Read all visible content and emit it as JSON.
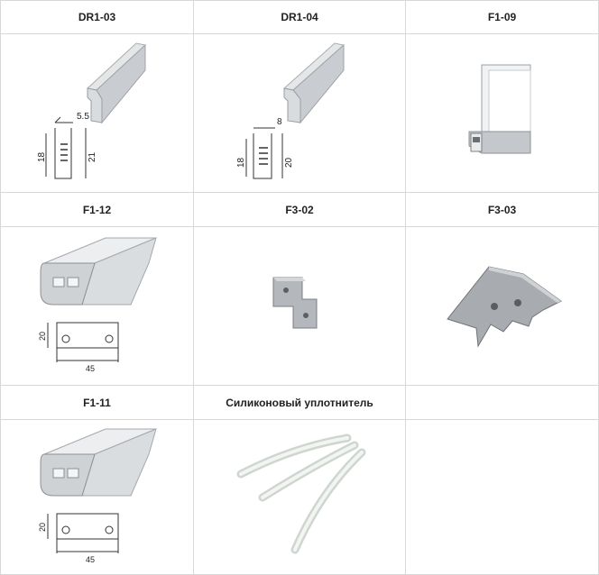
{
  "products": [
    {
      "code": "DR1-03",
      "dims": {
        "width": "5.5",
        "h_outer": "18",
        "h_inner": "21"
      }
    },
    {
      "code": "DR1-04",
      "dims": {
        "width": "8",
        "h_outer": "18",
        "h_inner": "20"
      }
    },
    {
      "code": "F1-09"
    },
    {
      "code": "F1-12",
      "dims": {
        "height": "20",
        "width": "45"
      }
    },
    {
      "code": "F3-02"
    },
    {
      "code": "F3-03"
    },
    {
      "code": "F1-11",
      "dims": {
        "height": "20",
        "width": "45"
      }
    },
    {
      "code": "Силиконовый уплотнитель"
    },
    {
      "code": ""
    }
  ]
}
